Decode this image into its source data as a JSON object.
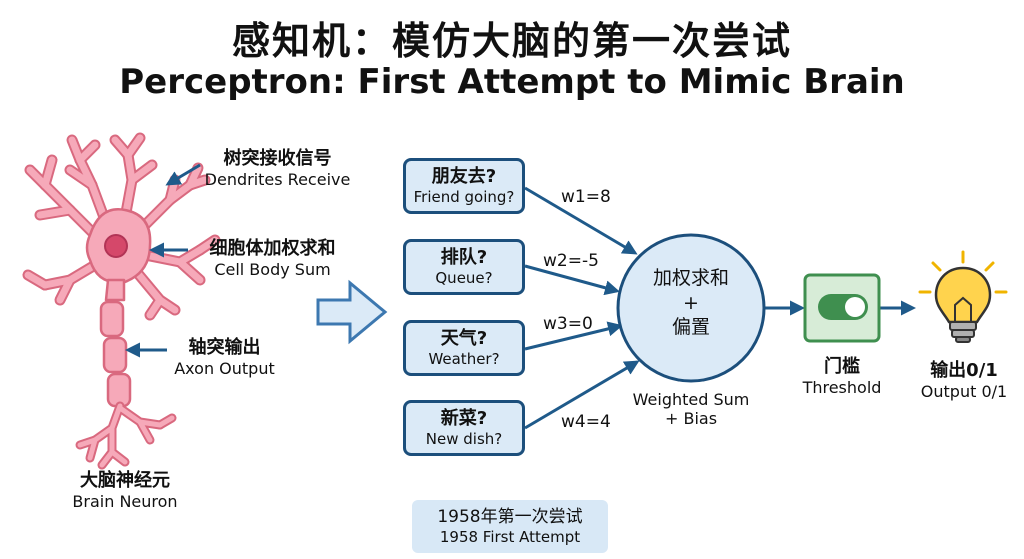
{
  "title_zh": "感知机：模仿大脑的第一次尝试",
  "title_en": "Perceptron: First Attempt to Mimic Brain",
  "neuron": {
    "dendrites": {
      "zh": "树突接收信号",
      "en": "Dendrites Receive"
    },
    "cell_body": {
      "zh": "细胞体加权求和",
      "en": "Cell Body Sum"
    },
    "axon": {
      "zh": "轴突输出",
      "en": "Axon Output"
    },
    "label": {
      "zh": "大脑神经元",
      "en": "Brain Neuron"
    }
  },
  "inputs": [
    {
      "zh": "朋友去?",
      "en": "Friend going?",
      "weight": "w1=8"
    },
    {
      "zh": "排队?",
      "en": "Queue?",
      "weight": "w2=-5"
    },
    {
      "zh": "天气?",
      "en": "Weather?",
      "weight": "w3=0"
    },
    {
      "zh": "新菜?",
      "en": "New dish?",
      "weight": "w4=4"
    }
  ],
  "sum_node": {
    "line1": "加权求和",
    "line2": "+",
    "line3": "偏置",
    "en1": "Weighted Sum",
    "en2": "+ Bias"
  },
  "threshold": {
    "zh": "门槛",
    "en": "Threshold"
  },
  "output": {
    "zh": "输出0/1",
    "en": "Output 0/1"
  },
  "note": {
    "zh": "1958年第一次尝试",
    "en": "1958 First Attempt"
  },
  "colors": {
    "neuron_fill": "#f6a9b9",
    "neuron_stroke": "#d9697f",
    "nucleus": "#d5486a",
    "box_fill": "#dbeaf7",
    "box_stroke": "#1c4f7c",
    "arrow": "#1f5a8a",
    "toggle_fill": "#d7ecd7",
    "toggle_stroke": "#3f8f4f",
    "bulb": "#ffd34d"
  }
}
